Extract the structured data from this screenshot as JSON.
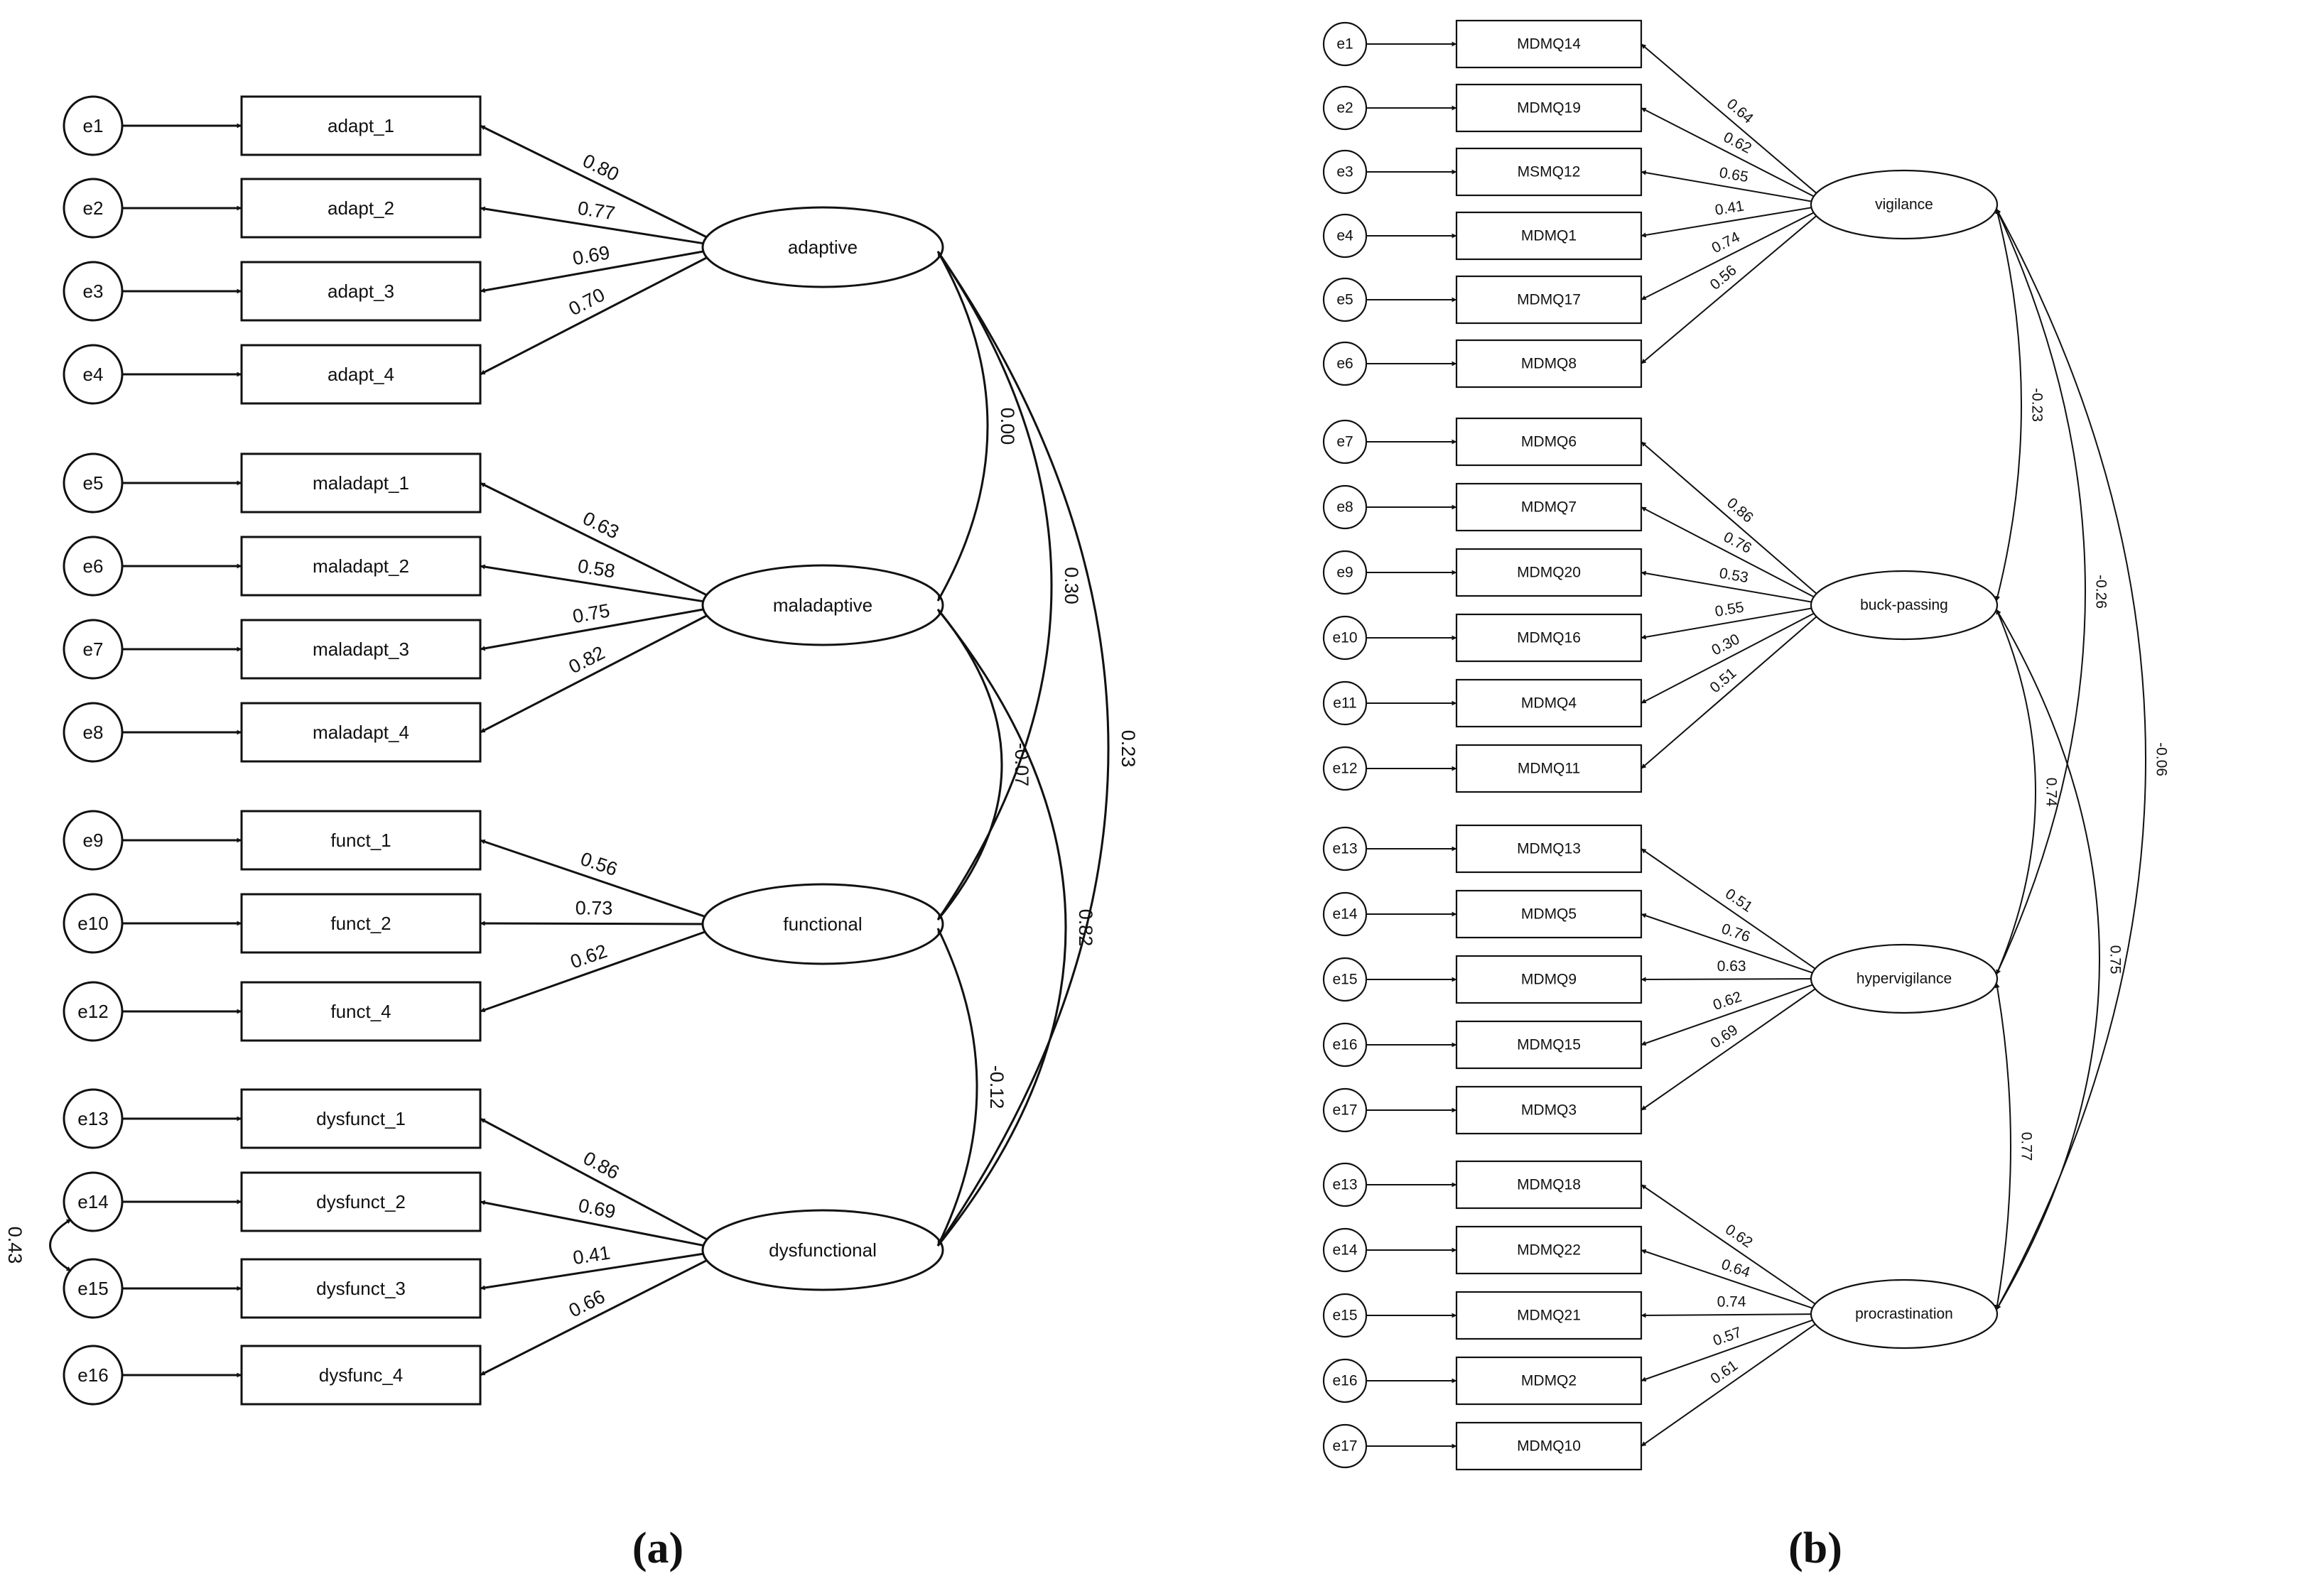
{
  "panels": [
    {
      "caption": "(a)",
      "latents": [
        {
          "name": "adaptive",
          "indicators": [
            {
              "error": "e1",
              "label": "adapt_1",
              "loading": "0.80"
            },
            {
              "error": "e2",
              "label": "adapt_2",
              "loading": "0.77"
            },
            {
              "error": "e3",
              "label": "adapt_3",
              "loading": "0.69"
            },
            {
              "error": "e4",
              "label": "adapt_4",
              "loading": "0.70"
            }
          ]
        },
        {
          "name": "maladaptive",
          "indicators": [
            {
              "error": "e5",
              "label": "maladapt_1",
              "loading": "0.63"
            },
            {
              "error": "e6",
              "label": "maladapt_2",
              "loading": "0.58"
            },
            {
              "error": "e7",
              "label": "maladapt_3",
              "loading": "0.75"
            },
            {
              "error": "e8",
              "label": "maladapt_4",
              "loading": "0.82"
            }
          ]
        },
        {
          "name": "functional",
          "indicators": [
            {
              "error": "e9",
              "label": "funct_1",
              "loading": "0.56"
            },
            {
              "error": "e10",
              "label": "funct_2",
              "loading": "0.73"
            },
            {
              "error": "e12",
              "label": "funct_4",
              "loading": "0.62"
            }
          ]
        },
        {
          "name": "dysfunctional",
          "indicators": [
            {
              "error": "e13",
              "label": "dysfunct_1",
              "loading": "0.86"
            },
            {
              "error": "e14",
              "label": "dysfunct_2",
              "loading": "0.69"
            },
            {
              "error": "e15",
              "label": "dysfunct_3",
              "loading": "0.41"
            },
            {
              "error": "e16",
              "label": "dysfunc_4",
              "loading": "0.66"
            }
          ]
        }
      ],
      "covariances": [
        {
          "from": 0,
          "to": 1,
          "value": "0.00"
        },
        {
          "from": 0,
          "to": 2,
          "value": "0.30"
        },
        {
          "from": 0,
          "to": 3,
          "value": "0.23"
        },
        {
          "from": 1,
          "to": 2,
          "value": "-0.07"
        },
        {
          "from": 1,
          "to": 3,
          "value": "0.82"
        },
        {
          "from": 2,
          "to": 3,
          "value": "-0.12"
        }
      ],
      "error_covariances": [
        {
          "from": "e14",
          "to": "e15",
          "value": "0.43"
        }
      ]
    },
    {
      "caption": "(b)",
      "latents": [
        {
          "name": "vigilance",
          "indicators": [
            {
              "error": "e1",
              "label": "MDMQ14",
              "loading": "0.64"
            },
            {
              "error": "e2",
              "label": "MDMQ19",
              "loading": "0.62"
            },
            {
              "error": "e3",
              "label": "MSMQ12",
              "loading": "0.65"
            },
            {
              "error": "e4",
              "label": "MDMQ1",
              "loading": "0.41"
            },
            {
              "error": "e5",
              "label": "MDMQ17",
              "loading": "0.74"
            },
            {
              "error": "e6",
              "label": "MDMQ8",
              "loading": "0.56"
            }
          ]
        },
        {
          "name": "buck-passing",
          "indicators": [
            {
              "error": "e7",
              "label": "MDMQ6",
              "loading": "0.86"
            },
            {
              "error": "e8",
              "label": "MDMQ7",
              "loading": "0.76"
            },
            {
              "error": "e9",
              "label": "MDMQ20",
              "loading": "0.53"
            },
            {
              "error": "e10",
              "label": "MDMQ16",
              "loading": "0.55"
            },
            {
              "error": "e11",
              "label": "MDMQ4",
              "loading": "0.30"
            },
            {
              "error": "e12",
              "label": "MDMQ11",
              "loading": "0.51"
            }
          ]
        },
        {
          "name": "hypervigilance",
          "indicators": [
            {
              "error": "e13",
              "label": "MDMQ13",
              "loading": "0.51"
            },
            {
              "error": "e14",
              "label": "MDMQ5",
              "loading": "0.76"
            },
            {
              "error": "e15",
              "label": "MDMQ9",
              "loading": "0.63"
            },
            {
              "error": "e16",
              "label": "MDMQ15",
              "loading": "0.62"
            },
            {
              "error": "e17",
              "label": "MDMQ3",
              "loading": "0.69"
            }
          ]
        },
        {
          "name": "procrastination",
          "indicators": [
            {
              "error": "e13",
              "label": "MDMQ18",
              "loading": "0.62"
            },
            {
              "error": "e14",
              "label": "MDMQ22",
              "loading": "0.64"
            },
            {
              "error": "e15",
              "label": "MDMQ21",
              "loading": "0.74"
            },
            {
              "error": "e16",
              "label": "MDMQ2",
              "loading": "0.57"
            },
            {
              "error": "e17",
              "label": "MDMQ10",
              "loading": "0.61"
            }
          ]
        }
      ],
      "covariances": [
        {
          "from": 0,
          "to": 1,
          "value": "-0.23"
        },
        {
          "from": 0,
          "to": 2,
          "value": "-0.26"
        },
        {
          "from": 0,
          "to": 3,
          "value": "-0.06"
        },
        {
          "from": 1,
          "to": 2,
          "value": "0.74"
        },
        {
          "from": 1,
          "to": 3,
          "value": "0.75"
        },
        {
          "from": 2,
          "to": 3,
          "value": "0.77"
        }
      ],
      "error_covariances": []
    }
  ]
}
